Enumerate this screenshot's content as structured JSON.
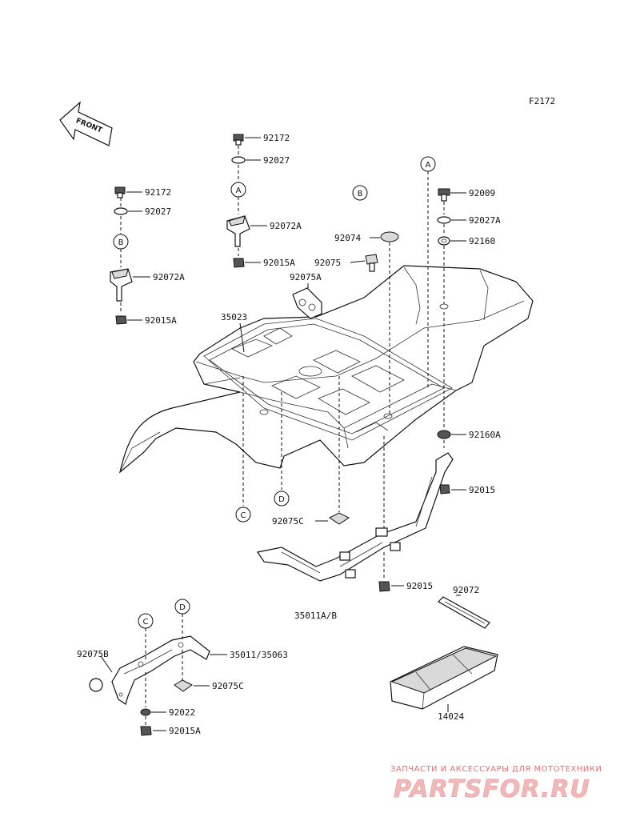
{
  "diagram": {
    "code": "F2172",
    "front_label": "FRONT",
    "callouts": [
      "A",
      "B",
      "C",
      "D"
    ],
    "part_numbers": {
      "p1": "92172",
      "p2": "92027",
      "p3": "92172",
      "p4": "92027",
      "p5": "92072A",
      "p6": "92072A",
      "p7": "92015A",
      "p8": "92015A",
      "p9": "92074",
      "p10": "92075",
      "p11": "92075A",
      "p12": "35023",
      "p13": "92009",
      "p14": "92027A",
      "p15": "92160",
      "p16": "92160A",
      "p17": "92015",
      "p18": "92075C",
      "p19": "92015",
      "p20": "35011A/B",
      "p21": "92072",
      "p22": "92075B",
      "p23": "35011/35063",
      "p24": "92075C",
      "p25": "92022",
      "p26": "92015A",
      "p27": "14024"
    }
  },
  "watermark": {
    "tagline": "ЗАПЧАСТИ И АКСЕССУАРЫ ДЛЯ МОТОТЕХНИКИ",
    "brand": "PARTSFOR.RU"
  }
}
